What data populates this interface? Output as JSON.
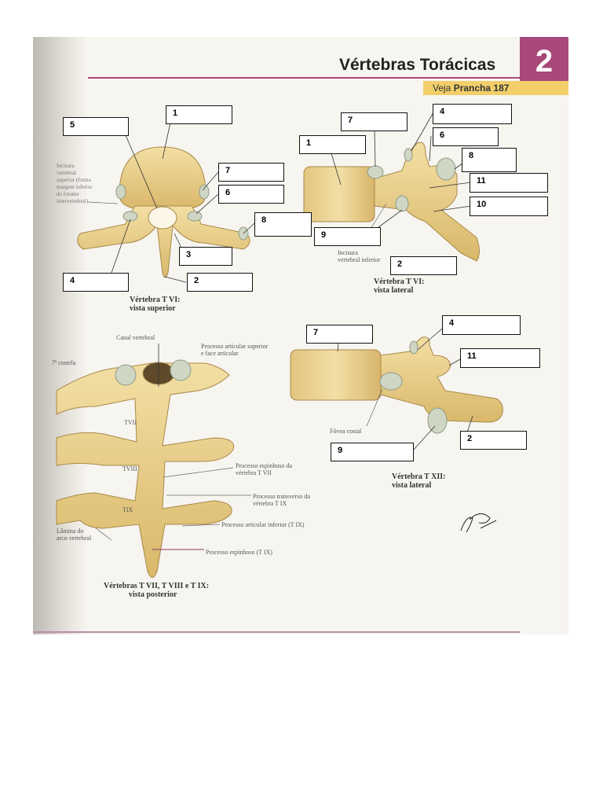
{
  "header": {
    "title": "Vértebras Torácicas",
    "chapter_number": "2",
    "reference_prefix": "Veja",
    "reference_value": "Prancha 187"
  },
  "colors": {
    "accent_purple": "#a8497a",
    "reference_bar": "#f2cf6a",
    "bone": "#e8cf8e",
    "cartilage": "#cfd6c4"
  },
  "captions": {
    "sup_line1": "Vértebra T VI:",
    "sup_line2": "vista superior",
    "lat6_line1": "Vértebra T VI:",
    "lat6_line2": "vista lateral",
    "post_line1": "Vértebras T VII, T VIII e T IX:",
    "post_line2": "vista posterior",
    "lat12_line1": "Vértebra T XII:",
    "lat12_line2": "vista lateral"
  },
  "labels": {
    "incisura_sup_lines": [
      "Incisura",
      "vertebral",
      "superior (forma",
      "margem inferior",
      "do forame",
      "intervertebral)"
    ],
    "incisura_inf_line1": "Incisura",
    "incisura_inf_line2": "vertebral inferior",
    "canal_vertebral": "Canal vertebral",
    "proc_art_sup_line1": "Processo articular superior",
    "proc_art_sup_line2": "e face articular",
    "costela": "7ª costela",
    "tvii": "TVII",
    "tviii": "TVIII",
    "tix": "TIX",
    "proc_esp_tvii_line1": "Processo espinhoso da",
    "proc_esp_tvii_line2": "vértebra T VII",
    "proc_transv_line1": "Processo transverso da",
    "proc_transv_line2": "vértebra T IX",
    "proc_art_inf": "Processo articular inferior (T IX)",
    "lamina_line1": "Lâmina do",
    "lamina_line2": "arco vertebral",
    "proc_esp_tix": "Processo espinhoso (T IX)",
    "fovea_costal": "Fóvea costal",
    "signature": "F. Netter"
  },
  "answer_boxes": [
    "1",
    "5",
    "7",
    "6",
    "8",
    "3",
    "4",
    "2",
    "4",
    "7",
    "6",
    "1",
    "8",
    "11",
    "10",
    "9",
    "2",
    "4",
    "7",
    "11",
    "2",
    "9"
  ]
}
